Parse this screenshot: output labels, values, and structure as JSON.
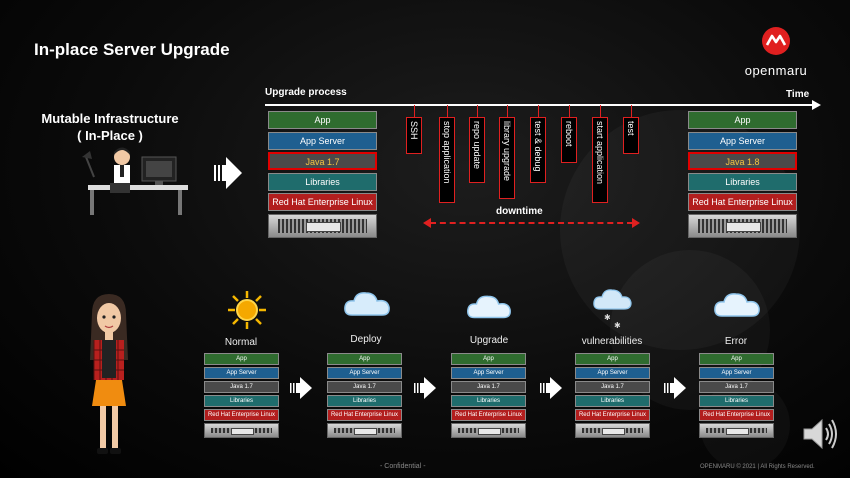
{
  "title": "In-place Server Upgrade",
  "logo": {
    "text": "openmaru"
  },
  "mutable": {
    "line1": "Mutable Infrastructure",
    "line2": "( In-Place )"
  },
  "timeline": {
    "label": "Upgrade process",
    "time_label": "Time"
  },
  "before_stack": {
    "app": "App",
    "appserver": "App Server",
    "java": "Java 1.7",
    "libs": "Libraries",
    "os": "Red Hat Enterprise Linux"
  },
  "after_stack": {
    "app": "App",
    "appserver": "App Server",
    "java": "Java 1.8",
    "libs": "Libraries",
    "os": "Red Hat Enterprise Linux"
  },
  "steps": [
    "SSH",
    "stop application",
    "repo update",
    "library upgrade",
    "test & debug",
    "reboot",
    "start application",
    "test"
  ],
  "downtime": "downtime",
  "states": [
    {
      "label": "Normal",
      "icon": "sun-icon"
    },
    {
      "label": "Deploy",
      "icon": "cloud-icon"
    },
    {
      "label": "Upgrade",
      "icon": "cloud-icon"
    },
    {
      "label": "vulnerabilities",
      "icon": "snow-cloud-icon"
    },
    {
      "label": "Error",
      "icon": "cloud-icon"
    }
  ],
  "small_stack": {
    "app": "App",
    "appserver": "App Server",
    "java": "Java 1.7",
    "libs": "Libraries",
    "os": "Red Hat Enterprise Linux"
  },
  "footer": {
    "confidential": "- Confidential -",
    "copyright": "OPENMARU © 2021 | All Rights Reserved."
  },
  "colors": {
    "app": "#2f6c2f",
    "appserver": "#1e5f90",
    "java": "#4a4a4a",
    "libs": "#1f6c6c",
    "rhel": "#b21e1e",
    "accent": "#e02020"
  }
}
